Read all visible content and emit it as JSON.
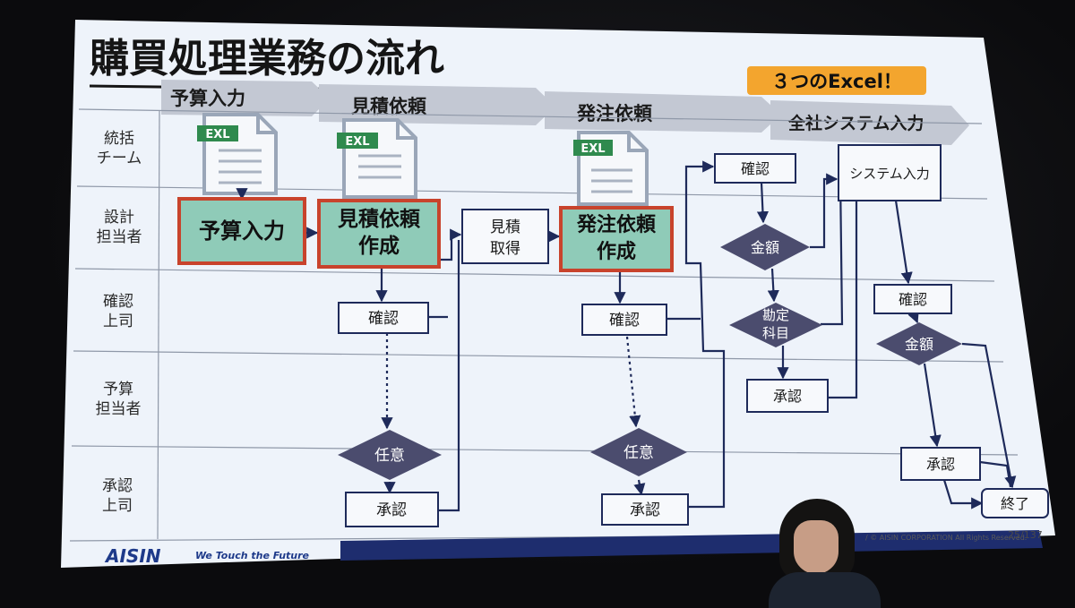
{
  "slide": {
    "title": "購買処理業務の流れ",
    "badge": "３つのExcel！",
    "footer": {
      "brand": "AISIN",
      "tagline": "We Touch the Future",
      "copyright": "/ © AISIN CORPORATION All Rights Reserved.",
      "page": "25/137"
    }
  },
  "phases": [
    "予算入力",
    "見積依頼",
    "発注依頼",
    "全社システム入力"
  ],
  "lanes": [
    {
      "l1": "統括",
      "l2": "チーム"
    },
    {
      "l1": "設計",
      "l2": "担当者"
    },
    {
      "l1": "確認",
      "l2": "上司"
    },
    {
      "l1": "予算",
      "l2": "担当者"
    },
    {
      "l1": "承認",
      "l2": "上司"
    }
  ],
  "excel_icon_label": "EXL",
  "nodes": {
    "budget_input": "予算入力",
    "quote_req_1": "見積依頼",
    "quote_req_2": "作成",
    "quote_get_1": "見積",
    "quote_get_2": "取得",
    "order_req_1": "発注依頼",
    "order_req_2": "作成",
    "confirm_a": "確認",
    "optional_a": "任意",
    "approve_a": "承認",
    "confirm_b": "確認",
    "optional_b": "任意",
    "approve_b": "承認",
    "confirm_c": "確認",
    "amount_c": "金額",
    "account_c1": "勘定",
    "account_c2": "科目",
    "approve_c": "承認",
    "system_input": "システム入力",
    "confirm_d": "確認",
    "amount_d": "金額",
    "approve_d": "承認",
    "end": "終了"
  },
  "colors": {
    "slide_bg": "#eef3fa",
    "phase_arrow": "#c3c8d3",
    "highlight_fill": "#8fcbb8",
    "highlight_border": "#c8432c",
    "diamond": "#4b4c6e",
    "line": "#1e2a5a",
    "footer_band": "#1e2d6e",
    "badge_bg": "#f3a52e"
  }
}
